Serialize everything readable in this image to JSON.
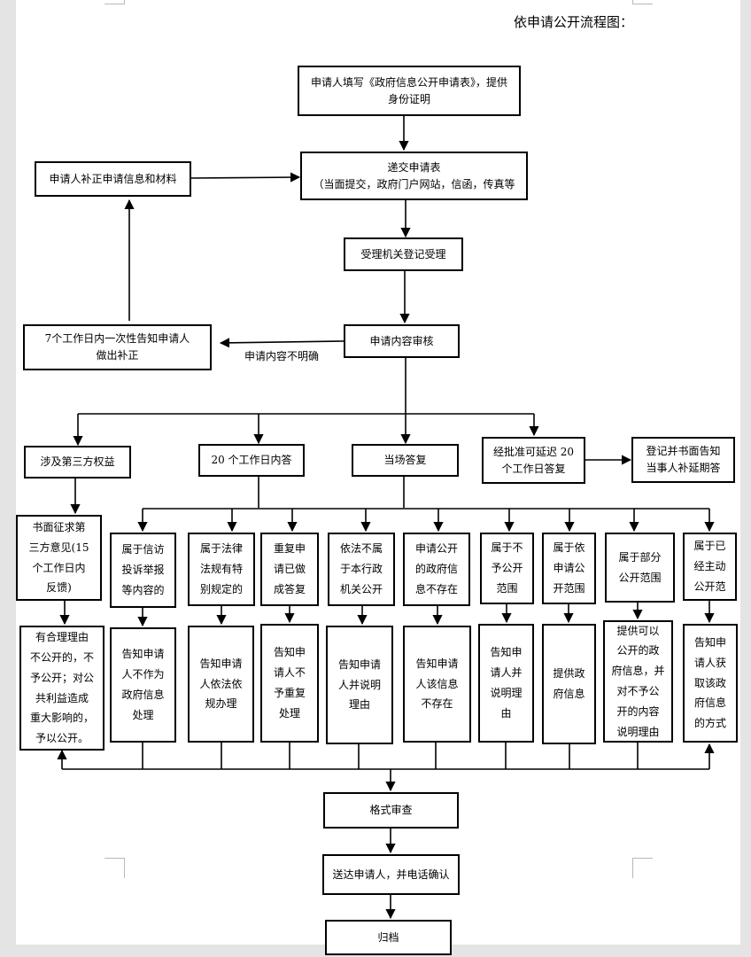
{
  "title": "依申请公开流程图：",
  "nodes": {
    "apply": "申请人填写《政府信息公开申请表》，提供\n身份证明",
    "submit": "递交申请表\n（当面提交，政府门户网站，信函，传真等",
    "supplement": "申请人补正申请信息和材料",
    "register": "受理机关登记受理",
    "review": "申请内容审核",
    "notify_correct": "7个工作日内一次性告知申请人\n做出补正",
    "third_party": "涉及第三方权益",
    "reply_20": "20 个工作日内答",
    "reply_now": "当场答复",
    "extend_20": "经批准可延迟 20\n个工作日答复",
    "register_extend": "登记并书面告知\n当事人补延期答",
    "consult": "书面征求第\n三方意见(15\n个工作日内\n反馈)",
    "cat_complaint": "属于信访\n投诉举报\n等内容的",
    "cat_law": "属于法律\n法规有特\n别规定的",
    "cat_repeat": "重复申\n请已做\n成答复",
    "cat_notresp": "依法不属\n于本行政\n机关公开",
    "cat_notexist": "申请公开\n的政府信\n息不存在",
    "cat_nondisclose": "属于不\n予公开\n范围",
    "cat_disclose": "属于依\n申请公\n开范围",
    "cat_partial": "属于部分\n公开范围",
    "cat_public": "属于已\n经主动\n公开范",
    "res_third": "有合理理由\n不公开的，不\n予公开；对公\n共利益造成\n重大影响的，\n予以公开。",
    "res_complaint": "告知申请\n人不作为\n政府信息\n处理",
    "res_law": "告知申请\n人依法依\n规办理",
    "res_repeat": "告知申\n请人不\n予重复\n处理",
    "res_notresp": "告知申请\n人并说明\n理由",
    "res_notexist": "告知申请\n人该信息\n不存在",
    "res_nondisclose": "告知申\n请人并\n说明理\n由",
    "res_disclose": "提供政\n府信息",
    "res_partial": "提供可以\n公开的政\n府信息，并\n对不予公\n开的内容\n说明理由",
    "res_public": "告知申\n请人获\n取该政\n府信息\n的方式",
    "format_review": "格式审查",
    "deliver": "送达申请人，并电话确认",
    "archive": "归档"
  },
  "edge_labels": {
    "unclear": "申请内容不明确"
  }
}
